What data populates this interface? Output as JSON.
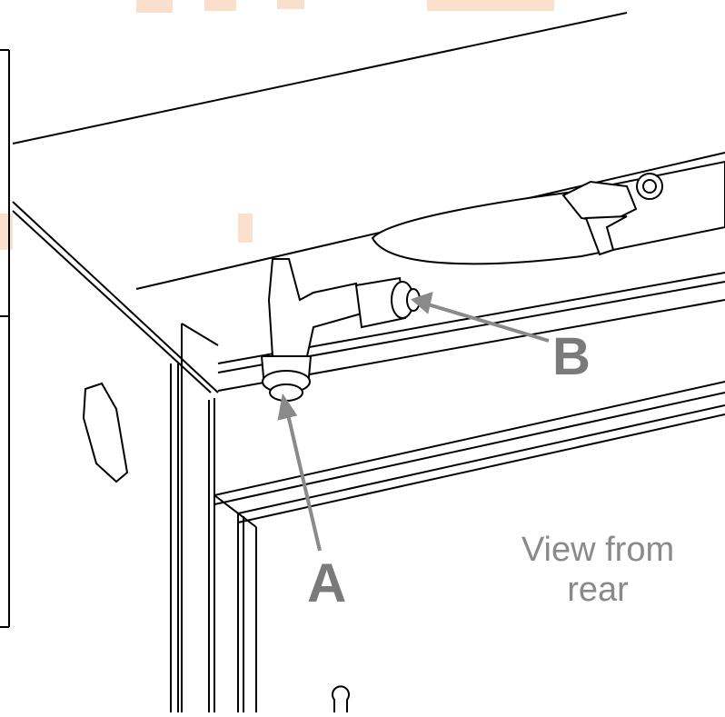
{
  "callouts": {
    "a": "A",
    "b": "B"
  },
  "view_note": {
    "line1": "View from",
    "line2": "rear"
  },
  "colors": {
    "linework": "#000000",
    "callout_gray": "#7a7a7a",
    "watermark": "#f2b58a"
  }
}
